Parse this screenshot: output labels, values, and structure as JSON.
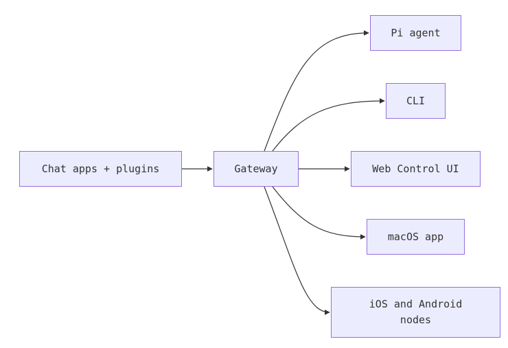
{
  "nodes": {
    "chat": "Chat apps + plugins",
    "gateway": "Gateway",
    "pi": "Pi agent",
    "cli": "CLI",
    "web": "Web Control UI",
    "macos": "macOS app",
    "ios": "iOS and Android\nnodes"
  },
  "edges": [
    {
      "from": "chat",
      "to": "gateway"
    },
    {
      "from": "gateway",
      "to": "pi"
    },
    {
      "from": "gateway",
      "to": "cli"
    },
    {
      "from": "gateway",
      "to": "web"
    },
    {
      "from": "gateway",
      "to": "macos"
    },
    {
      "from": "gateway",
      "to": "ios"
    }
  ],
  "colors": {
    "node_fill": "#ECECFF",
    "node_border": "#9370DB",
    "edge": "#333333",
    "text": "#333333"
  }
}
